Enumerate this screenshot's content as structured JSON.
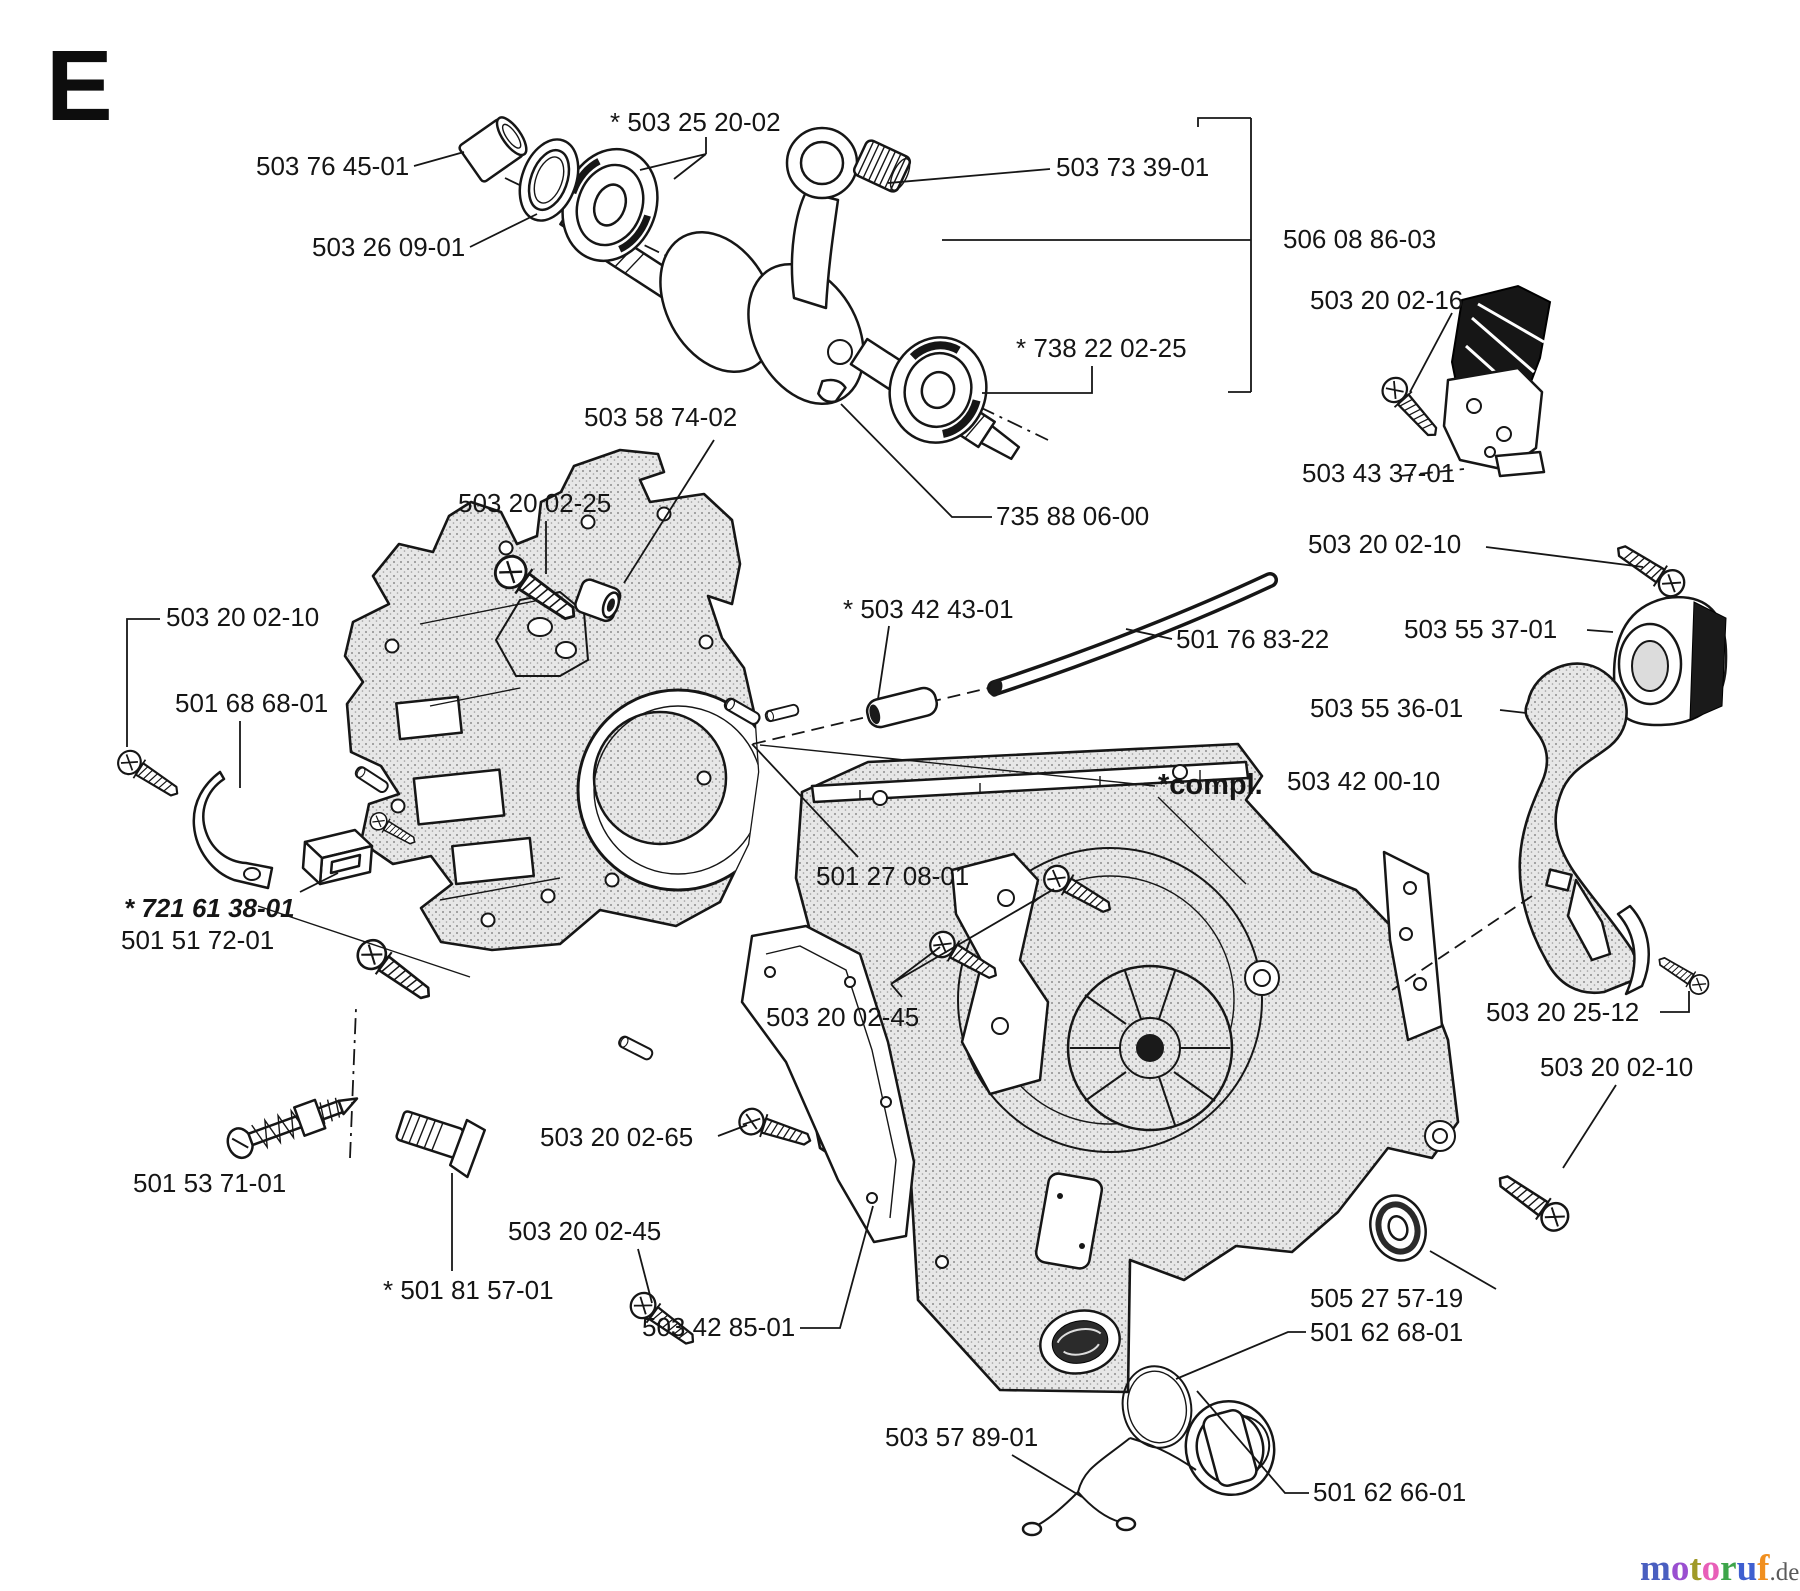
{
  "page": {
    "section_letter": "E"
  },
  "labels": [
    {
      "text": "503 76 45-01"
    },
    {
      "text": "* 503 25 20-02"
    },
    {
      "text": "503 26 09-01"
    },
    {
      "text": "503 73 39-01"
    },
    {
      "text": "506 08 86-03"
    },
    {
      "text": "503 20 02-16"
    },
    {
      "text": "* 738 22 02-25"
    },
    {
      "text": "503 58 74-02"
    },
    {
      "text": "503 20 02-25"
    },
    {
      "text": "503 20 02-10"
    },
    {
      "text": "501 68 68-01"
    },
    {
      "text": "* 503 42 43-01"
    },
    {
      "text": "501 76 83-22"
    },
    {
      "text": "503 43 37-01"
    },
    {
      "text": "503 20 02-10"
    },
    {
      "text": "503 55 37-01"
    },
    {
      "text": "503 55 36-01"
    },
    {
      "text": "*compl."
    },
    {
      "text": "503 42 00-10"
    },
    {
      "text": "735 88 06-00"
    },
    {
      "text": "* 721 61 38-01"
    },
    {
      "text": "501 51 72-01"
    },
    {
      "text": "501 27 08-01"
    },
    {
      "text": "503 20 02-45"
    },
    {
      "text": "503 20 25-12"
    },
    {
      "text": "503 20 02-10"
    },
    {
      "text": "503 20 02-65"
    },
    {
      "text": "503 20 02-45"
    },
    {
      "text": "501 53 71-01"
    },
    {
      "text": "* 501 81 57-01"
    },
    {
      "text": "503 42 85-01"
    },
    {
      "text": "503 57 89-01"
    },
    {
      "text": "505 27 57-19"
    },
    {
      "text": "501 62 68-01"
    },
    {
      "text": "501 62 66-01"
    }
  ],
  "watermark": {
    "letters": [
      {
        "char": "m",
        "color": "#4a5fc0"
      },
      {
        "char": "o",
        "color": "#9a4fd0"
      },
      {
        "char": "t",
        "color": "#a09a28"
      },
      {
        "char": "o",
        "color": "#e85fb8"
      },
      {
        "char": "r",
        "color": "#3da54a"
      },
      {
        "char": "u",
        "color": "#3f5fd0"
      },
      {
        "char": "f",
        "color": "#f08f1f"
      }
    ],
    "tld": ".de",
    "tld_color": "#5a5a5a"
  }
}
